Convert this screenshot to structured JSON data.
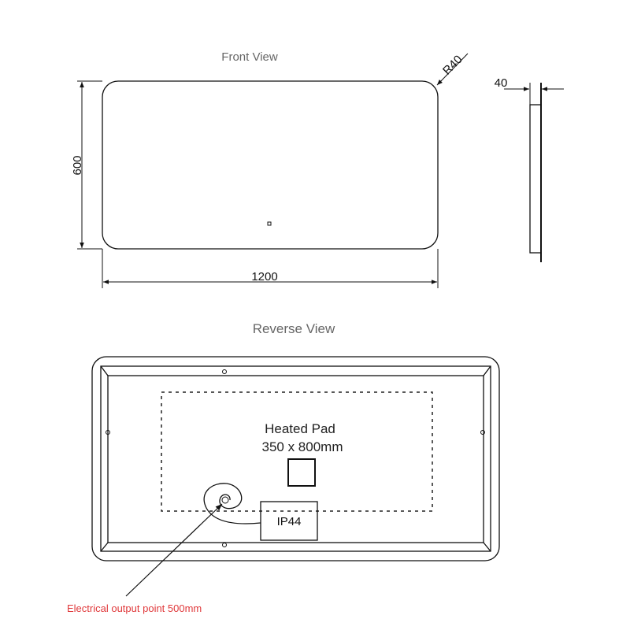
{
  "front_view": {
    "title": "Front View",
    "width_label": "1200",
    "height_label": "600",
    "radius_label": "R40"
  },
  "side_view": {
    "depth_label": "40"
  },
  "reverse_view": {
    "title": "Reverse View",
    "heated_pad_label": "Heated Pad",
    "heated_pad_size": "350 x 800mm",
    "ip_rating": "IP44",
    "electrical_note": "Electrical output point 500mm",
    "note_color": "#e0393b"
  }
}
